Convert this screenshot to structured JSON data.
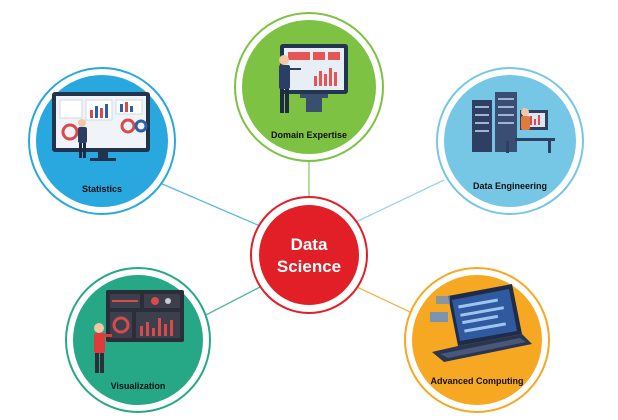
{
  "center": {
    "line1": "Data",
    "line2": "Science",
    "color": "#e21e26"
  },
  "nodes": {
    "domain_expertise": {
      "label": "Domain Expertise",
      "color": "#7dc242"
    },
    "statistics": {
      "label": "Statistics",
      "color": "#29a8e0"
    },
    "data_engineering": {
      "label": "Data Engineering",
      "color": "#76c6e6"
    },
    "visualization": {
      "label": "Visualization",
      "color": "#26a887"
    },
    "advanced_computing": {
      "label": "Advanced Computing",
      "color": "#f7a823"
    }
  }
}
